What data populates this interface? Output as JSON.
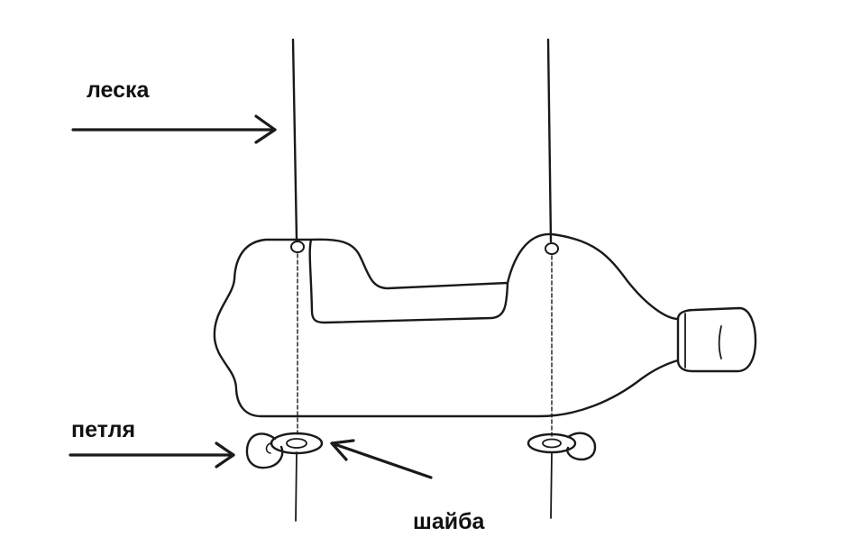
{
  "labels": {
    "line": "леска",
    "loop": "петля",
    "washer": "шайба"
  },
  "colors": {
    "stroke": "#111111",
    "background": "#ffffff"
  }
}
